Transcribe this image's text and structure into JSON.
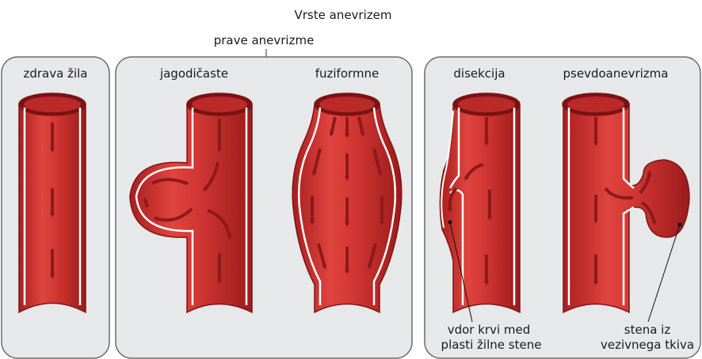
{
  "title": "Vrste anevrizem",
  "group_label": "prave anevrizme",
  "panels": {
    "healthy": "zdrava žila",
    "saccular": "jagodičaste",
    "fusiform": "fuziformne",
    "dissection": "disekcija",
    "pseudo": "psevdoanevrizma"
  },
  "annotations": {
    "dissection_line1": "vdor krvi med",
    "dissection_line2": "plasti žilne stene",
    "pseudo_line1": "stena iz",
    "pseudo_line2": "vezivnega tkiva"
  },
  "colors": {
    "panel_fill": "#e7e8e9",
    "panel_stroke": "#6b6b6b",
    "vessel_red": "#cc2b2b",
    "vessel_dark": "#7d1515",
    "arrow": "#8e1a1a"
  }
}
